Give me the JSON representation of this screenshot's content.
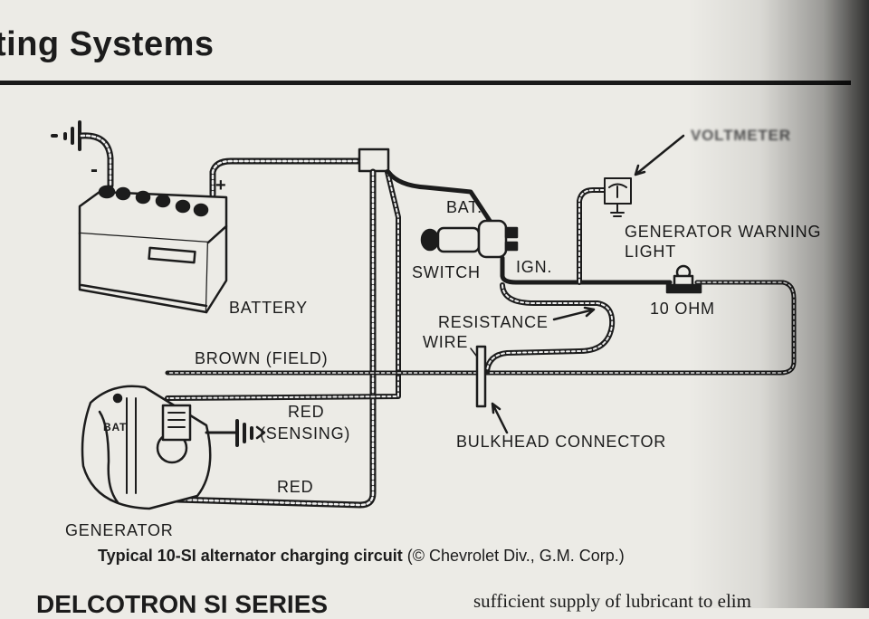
{
  "page": {
    "heading": "ting Systems",
    "section_heading": "DELCOTRON SI SERIES",
    "body_text": "sufficient supply of lubricant to elim"
  },
  "diagram": {
    "labels": {
      "battery": "BATTERY",
      "battery_negative": "-",
      "battery_positive": "+",
      "bat_switch": "BAT.",
      "switch": "SWITCH",
      "ign": "IGN.",
      "voltmeter": "VOLTMETER",
      "warning_light_1": "GENERATOR WARNING",
      "warning_light_2": "LIGHT",
      "ohm": "10 OHM",
      "resistance": "RESISTANCE",
      "wire": "WIRE",
      "brown_field": "BROWN (FIELD)",
      "red_sensing_1": "RED",
      "red_sensing_2": "(SENSING)",
      "red": "RED",
      "bulkhead": "BULKHEAD CONNECTOR",
      "generator": "GENERATOR",
      "gen_bat": "BAT"
    }
  },
  "caption": {
    "title": "Typical 10-SI alternator charging circuit",
    "credit": "(© Chevrolet Div., G.M. Corp.)"
  }
}
